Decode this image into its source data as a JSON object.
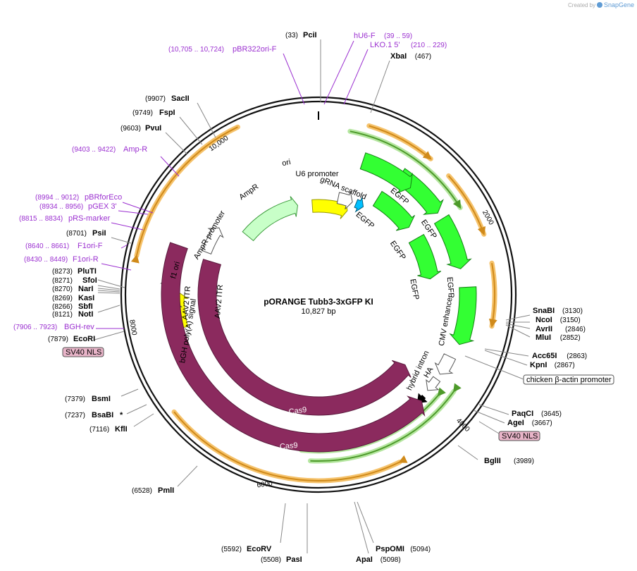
{
  "header": {
    "created_by": "Created by",
    "brand": "SnapGene"
  },
  "plasmid": {
    "name": "pORANGE Tubb3-3xGFP KI",
    "length": "10,827 bp",
    "total_bp": 10827
  },
  "colors": {
    "backbone": "#111111",
    "ori": "#ffff00",
    "amp": "#c8ffc8",
    "egfp": "#33ff33",
    "cas9": "#8b2a5e",
    "primer_orange": "#f5c26b",
    "primer_green": "#b5e6a0",
    "primer_arrow": "#d08a1a",
    "primer_arrow_green": "#4d9a2a",
    "primer_text": "#9b30d0"
  },
  "enzymes": [
    {
      "name": "PciI",
      "pos": "(33)"
    },
    {
      "name": "XbaI",
      "pos": "(467)"
    },
    {
      "name": "SacII",
      "pos": "(9907)"
    },
    {
      "name": "FspI",
      "pos": "(9749)"
    },
    {
      "name": "PvuI",
      "pos": "(9603)"
    },
    {
      "name": "PsiI",
      "pos": "(8701)"
    },
    {
      "name": "PluTI",
      "pos": "(8273)"
    },
    {
      "name": "SfoI",
      "pos": "(8271)"
    },
    {
      "name": "NarI",
      "pos": "(8270)"
    },
    {
      "name": "KasI",
      "pos": "(8269)"
    },
    {
      "name": "SbfI",
      "pos": "(8266)"
    },
    {
      "name": "NotI",
      "pos": "(8121)"
    },
    {
      "name": "EcoRI",
      "pos": "(7879)"
    },
    {
      "name": "BsmI",
      "pos": "(7379)"
    },
    {
      "name": "BsaBI",
      "pos": "(7237)",
      "mark": "*"
    },
    {
      "name": "KflI",
      "pos": "(7116)"
    },
    {
      "name": "PmlI",
      "pos": "(6528)"
    },
    {
      "name": "EcoRV",
      "pos": "(5592)"
    },
    {
      "name": "PasI",
      "pos": "(5508)"
    },
    {
      "name": "PspOMI",
      "pos": "(5094)"
    },
    {
      "name": "ApaI",
      "pos": "(5098)"
    },
    {
      "name": "BglII",
      "pos": "(3989)"
    },
    {
      "name": "PaqCI",
      "pos": "(3645)"
    },
    {
      "name": "AgeI",
      "pos": "(3667)"
    },
    {
      "name": "SnaBI",
      "pos": "(3130)"
    },
    {
      "name": "NcoI",
      "pos": "(3150)"
    },
    {
      "name": "AvrII",
      "pos": "(2846)"
    },
    {
      "name": "MluI",
      "pos": "(2852)"
    },
    {
      "name": "Acc65I",
      "pos": "(2863)"
    },
    {
      "name": "KpnI",
      "pos": "(2867)"
    }
  ],
  "primers": [
    {
      "name": "pBR322ori-F",
      "range": "(10,705 .. 10,724)"
    },
    {
      "name": "hU6-F",
      "range": "(39 .. 59)"
    },
    {
      "name": "LKO.1 5'",
      "range": "(210 .. 229)"
    },
    {
      "name": "Amp-R",
      "range": "(9403 .. 9422)"
    },
    {
      "name": "pBRforEco",
      "range": "(8994 .. 9012)"
    },
    {
      "name": "pGEX 3'",
      "range": "(8934 .. 8956)"
    },
    {
      "name": "pRS-marker",
      "range": "(8815 .. 8834)"
    },
    {
      "name": "F1ori-F",
      "range": "(8640 .. 8661)"
    },
    {
      "name": "F1ori-R",
      "range": "(8430 .. 8449)"
    },
    {
      "name": "BGH-rev",
      "range": "(7906 .. 7923)"
    }
  ],
  "boxed_labels": [
    "SV40 NLS",
    "SV40 NLS",
    "chicken β-actin promoter"
  ],
  "features": [
    "ori",
    "U6 promoter",
    "gRNA scaffold",
    "AmpR",
    "AmpR promoter",
    "f1 ori",
    "AAV2 ITR",
    "AAV2 ITR",
    "bGH poly(A) signal",
    "EGFP",
    "EGFP",
    "EGFP",
    "EGFP",
    "EGFP",
    "EGFP",
    "CMV enhancer",
    "hybrid intron",
    "HA",
    "Cas9",
    "Cas9"
  ],
  "ticks": [
    "2000",
    "4000",
    "6000",
    "8000",
    "10,000"
  ]
}
